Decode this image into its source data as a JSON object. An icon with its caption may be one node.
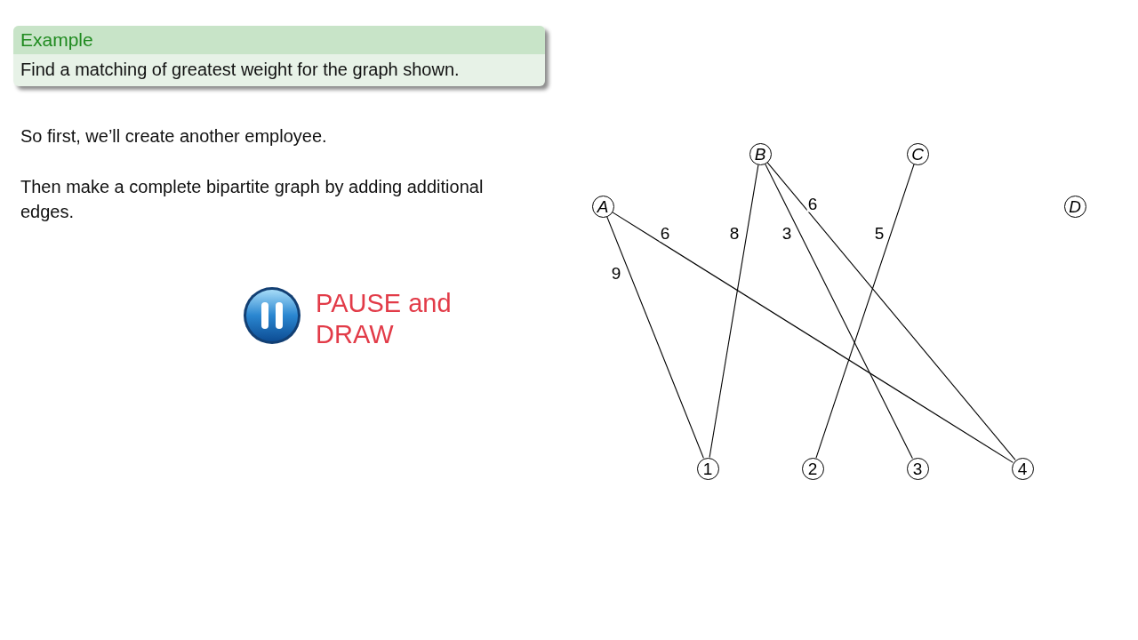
{
  "diagram": {
    "nodes": [
      {
        "text": [
          "Example",
          "Find a matching of greatest weight for the graph shown."
        ]
      },
      {
        "text": [
          "A"
        ]
      },
      {
        "text": [
          "B"
        ]
      },
      {
        "text": [
          "C"
        ]
      },
      {
        "text": [
          "D"
        ]
      },
      {
        "text": [
          "1"
        ]
      },
      {
        "text": [
          "2"
        ]
      },
      {
        "text": [
          "3"
        ]
      },
      {
        "text": [
          "4"
        ]
      }
    ],
    "edges": [
      {
        "from": 1,
        "to": 5,
        "label": "9",
        "arrow": "none"
      },
      {
        "from": 1,
        "to": 8,
        "label": "6",
        "arrow": "none"
      },
      {
        "from": 2,
        "to": 5,
        "label": "8",
        "arrow": "none"
      },
      {
        "from": 2,
        "to": 7,
        "label": "3",
        "arrow": "none"
      },
      {
        "from": 2,
        "to": 8,
        "label": "6",
        "arrow": "none"
      },
      {
        "from": 3,
        "to": 6,
        "label": "5",
        "arrow": "none"
      }
    ],
    "labels": [
      "So first, we’ll create another employee.",
      "Then make a complete bipartite graph by adding additional edges.",
      "PAUSE and DRAW"
    ]
  }
}
